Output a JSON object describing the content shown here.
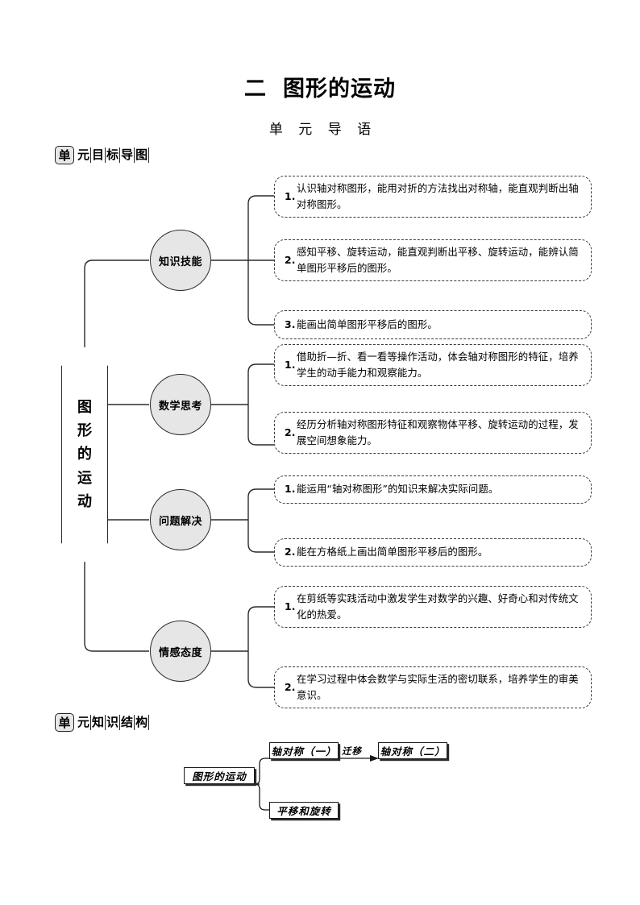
{
  "title": {
    "number": "二",
    "text": "图形的运动",
    "subtitle": "单 元 导 语"
  },
  "sections": [
    {
      "badge": "单",
      "chars": [
        "元",
        "目",
        "标",
        "导",
        "图"
      ]
    },
    {
      "badge": "单",
      "chars": [
        "元",
        "知",
        "识",
        "结",
        "构"
      ]
    }
  ],
  "mindmap": {
    "root": "图形的运动",
    "root_chars": [
      "图",
      "形",
      "的",
      "运",
      "动"
    ],
    "branches": [
      {
        "label": "知识技能",
        "leaves": [
          {
            "num": "1.",
            "text": "认识轴对称图形，能用对折的方法找出对称轴，能直观判断出轴对称图形。"
          },
          {
            "num": "2.",
            "text": "感知平移、旋转运动，能直观判断出平移、旋转运动，能辨认简单图形平移后的图形。"
          },
          {
            "num": "3.",
            "text": "能画出简单图形平移后的图形。"
          }
        ]
      },
      {
        "label": "数学思考",
        "leaves": [
          {
            "num": "1.",
            "text": "借助折—折、看一看等操作活动，体会轴对称图形的特征，培养学生的动手能力和观察能力。"
          },
          {
            "num": "2.",
            "text": "经历分析轴对称图形特征和观察物体平移、旋转运动的过程，发展空间想象能力。"
          }
        ]
      },
      {
        "label": "问题解决",
        "leaves": [
          {
            "num": "1.",
            "text": "能运用“轴对称图形”的知识来解决实际问题。"
          },
          {
            "num": "2.",
            "text": "能在方格纸上画出简单图形平移后的图形。"
          }
        ]
      },
      {
        "label": "情感态度",
        "leaves": [
          {
            "num": "1.",
            "text": "在剪纸等实践活动中激发学生对数学的兴趣、好奇心和对传统文化的热爱。"
          },
          {
            "num": "2.",
            "text": "在学习过程中体会数学与实际生活的密切联系，培养学生的审美意识。"
          }
        ]
      }
    ]
  },
  "structure": {
    "root": "图形的运动",
    "node_top": "轴对称（一）",
    "node_right": "轴对称（二）",
    "node_bottom": "平移和旋转",
    "arrow_label": "迁移"
  },
  "colors": {
    "ink": "#000000",
    "line": "#2b2b2b",
    "circle_fill": "#e6e6e6",
    "badge_fill": "#e8e8e8",
    "page_bg": "#ffffff"
  }
}
